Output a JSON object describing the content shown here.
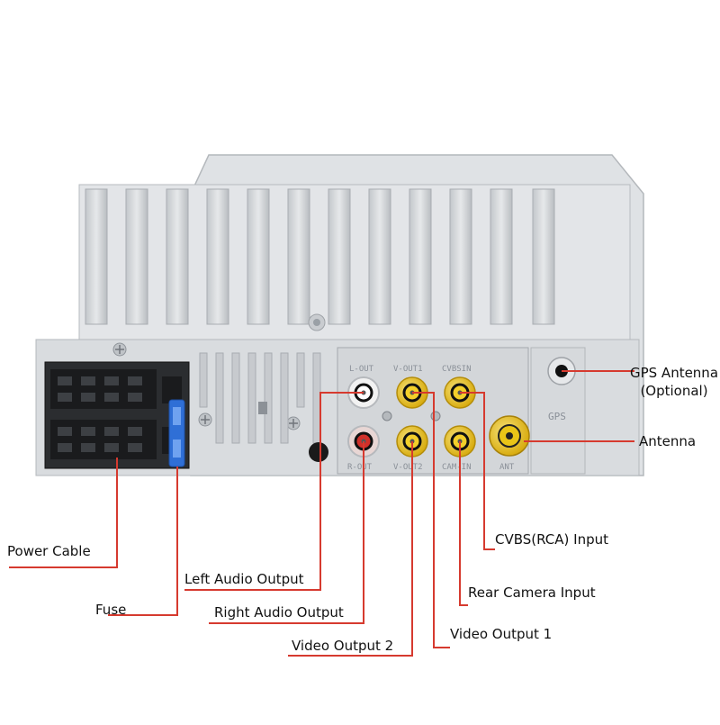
{
  "diagram": {
    "panel_silkscreen": {
      "l_out": "L-OUT",
      "v_out1": "V-OUT1",
      "cvbsin": "CVBSIN",
      "r_out": "R-OUT",
      "v_out2": "V-OUT2",
      "cam_in": "CAM-IN",
      "ant": "ANT",
      "gps": "GPS"
    },
    "callouts": {
      "gps_antenna": "GPS Antenna (Optional)",
      "antenna": "Antenna",
      "power_cable": "Power Cable",
      "fuse": "Fuse",
      "left_audio_output": "Left Audio Output",
      "right_audio_output": "Right Audio Output",
      "video_output_2": "Video Output 2",
      "video_output_1": "Video Output 1",
      "rear_camera_input": "Rear Camera  Input",
      "cvbs_input": "CVBS(RCA) Input"
    },
    "colors": {
      "leader_line": "#d63a2f",
      "panel": "#d9dcdf",
      "rca_yellow": "#e8c21a",
      "rca_red": "#d0302a",
      "rca_white": "#f2f2f2",
      "fuse_blue": "#2f6fd6"
    }
  }
}
